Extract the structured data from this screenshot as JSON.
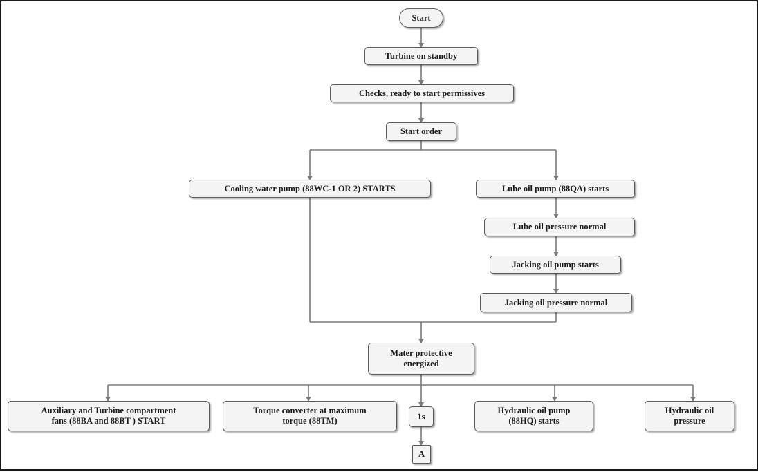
{
  "nodes": {
    "start": "Start",
    "standby": "Turbine on standby",
    "checks": "Checks, ready to start permissives",
    "start_order": "Start order",
    "cooling": "Cooling water pump (88WC-1 OR 2) STARTS",
    "lube_pump": "Lube oil pump (88QA) starts",
    "lube_pressure": "Lube oil pressure normal",
    "jacking_pump": "Jacking oil pump starts",
    "jacking_pressure": "Jacking oil pressure normal",
    "master_line1": "Mater protective",
    "master_line2": "energized",
    "aux_line1": "Auxiliary and Turbine compartment",
    "aux_line2": "fans (88BA and 88BT ) START",
    "torque_line1": "Torque converter at maximum",
    "torque_line2": "torque (88TM)",
    "delay": "1s",
    "connector_a": "A",
    "hyd_pump_line1": "Hydraulic oil pump",
    "hyd_pump_line2": "(88HQ) starts",
    "hyd_pressure_line1": "Hydraulic oil",
    "hyd_pressure_line2": "pressure"
  },
  "colors": {
    "line": "#7a7a7a",
    "box_fill": "#f4f4f4",
    "box_border": "#5a5a5a"
  }
}
